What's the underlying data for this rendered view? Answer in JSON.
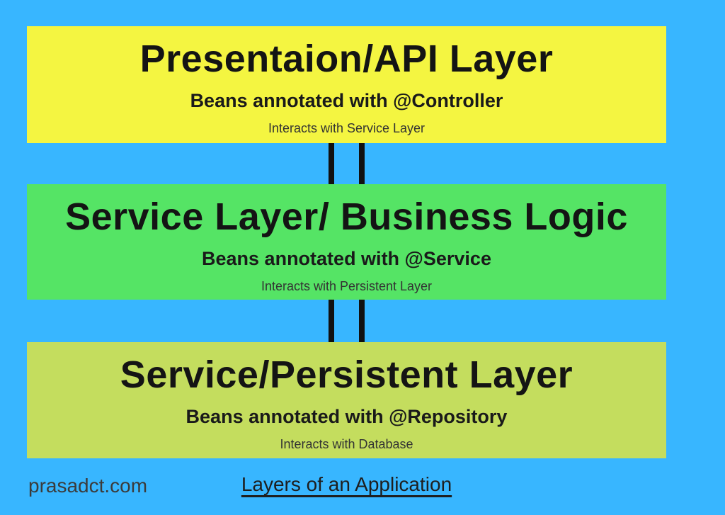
{
  "page": {
    "background_color": "#38b6ff"
  },
  "diagram": {
    "connector_color": "#111111",
    "layers": [
      {
        "title": "Presentaion/API Layer",
        "subtitle": "Beans annotated with @Controller",
        "note": "Interacts with Service Layer",
        "color": "#f4f541"
      },
      {
        "title": "Service Layer/ Business Logic",
        "subtitle": "Beans annotated with @Service",
        "note": "Interacts with Persistent Layer",
        "color": "#55e465"
      },
      {
        "title": "Service/Persistent Layer",
        "subtitle": "Beans annotated with @Repository",
        "note": "Interacts with Database",
        "color": "#c4dd5e"
      }
    ]
  },
  "footer": {
    "site": "prasadct.com",
    "title": "Layers of an Application"
  }
}
